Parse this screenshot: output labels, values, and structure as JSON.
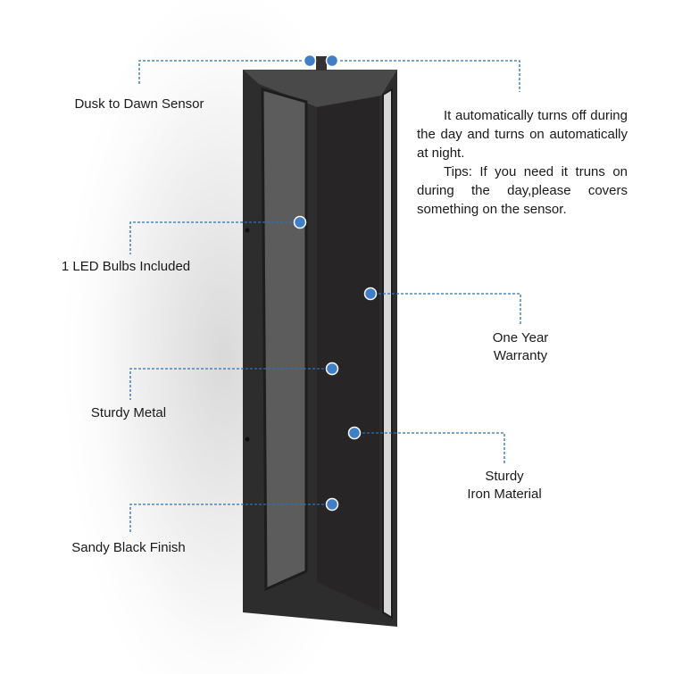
{
  "labels": {
    "sensor": "Dusk to Dawn Sensor",
    "bulbs": "1 LED Bulbs Included",
    "warranty_line1": "One Year",
    "warranty_line2": "Warranty",
    "metal": "Sturdy Metal",
    "iron_line1": "Sturdy",
    "iron_line2": "Iron Material",
    "finish": "Sandy Black Finish"
  },
  "description": {
    "main": "It automatically turns off during the day and turns on automatically at night.",
    "tips": "Tips: If you need it truns on during the day,please covers something on the sensor."
  },
  "colors": {
    "accent": "#3f7fc8",
    "line": "#2f6fb4",
    "lamp": "#2b2a2a"
  }
}
